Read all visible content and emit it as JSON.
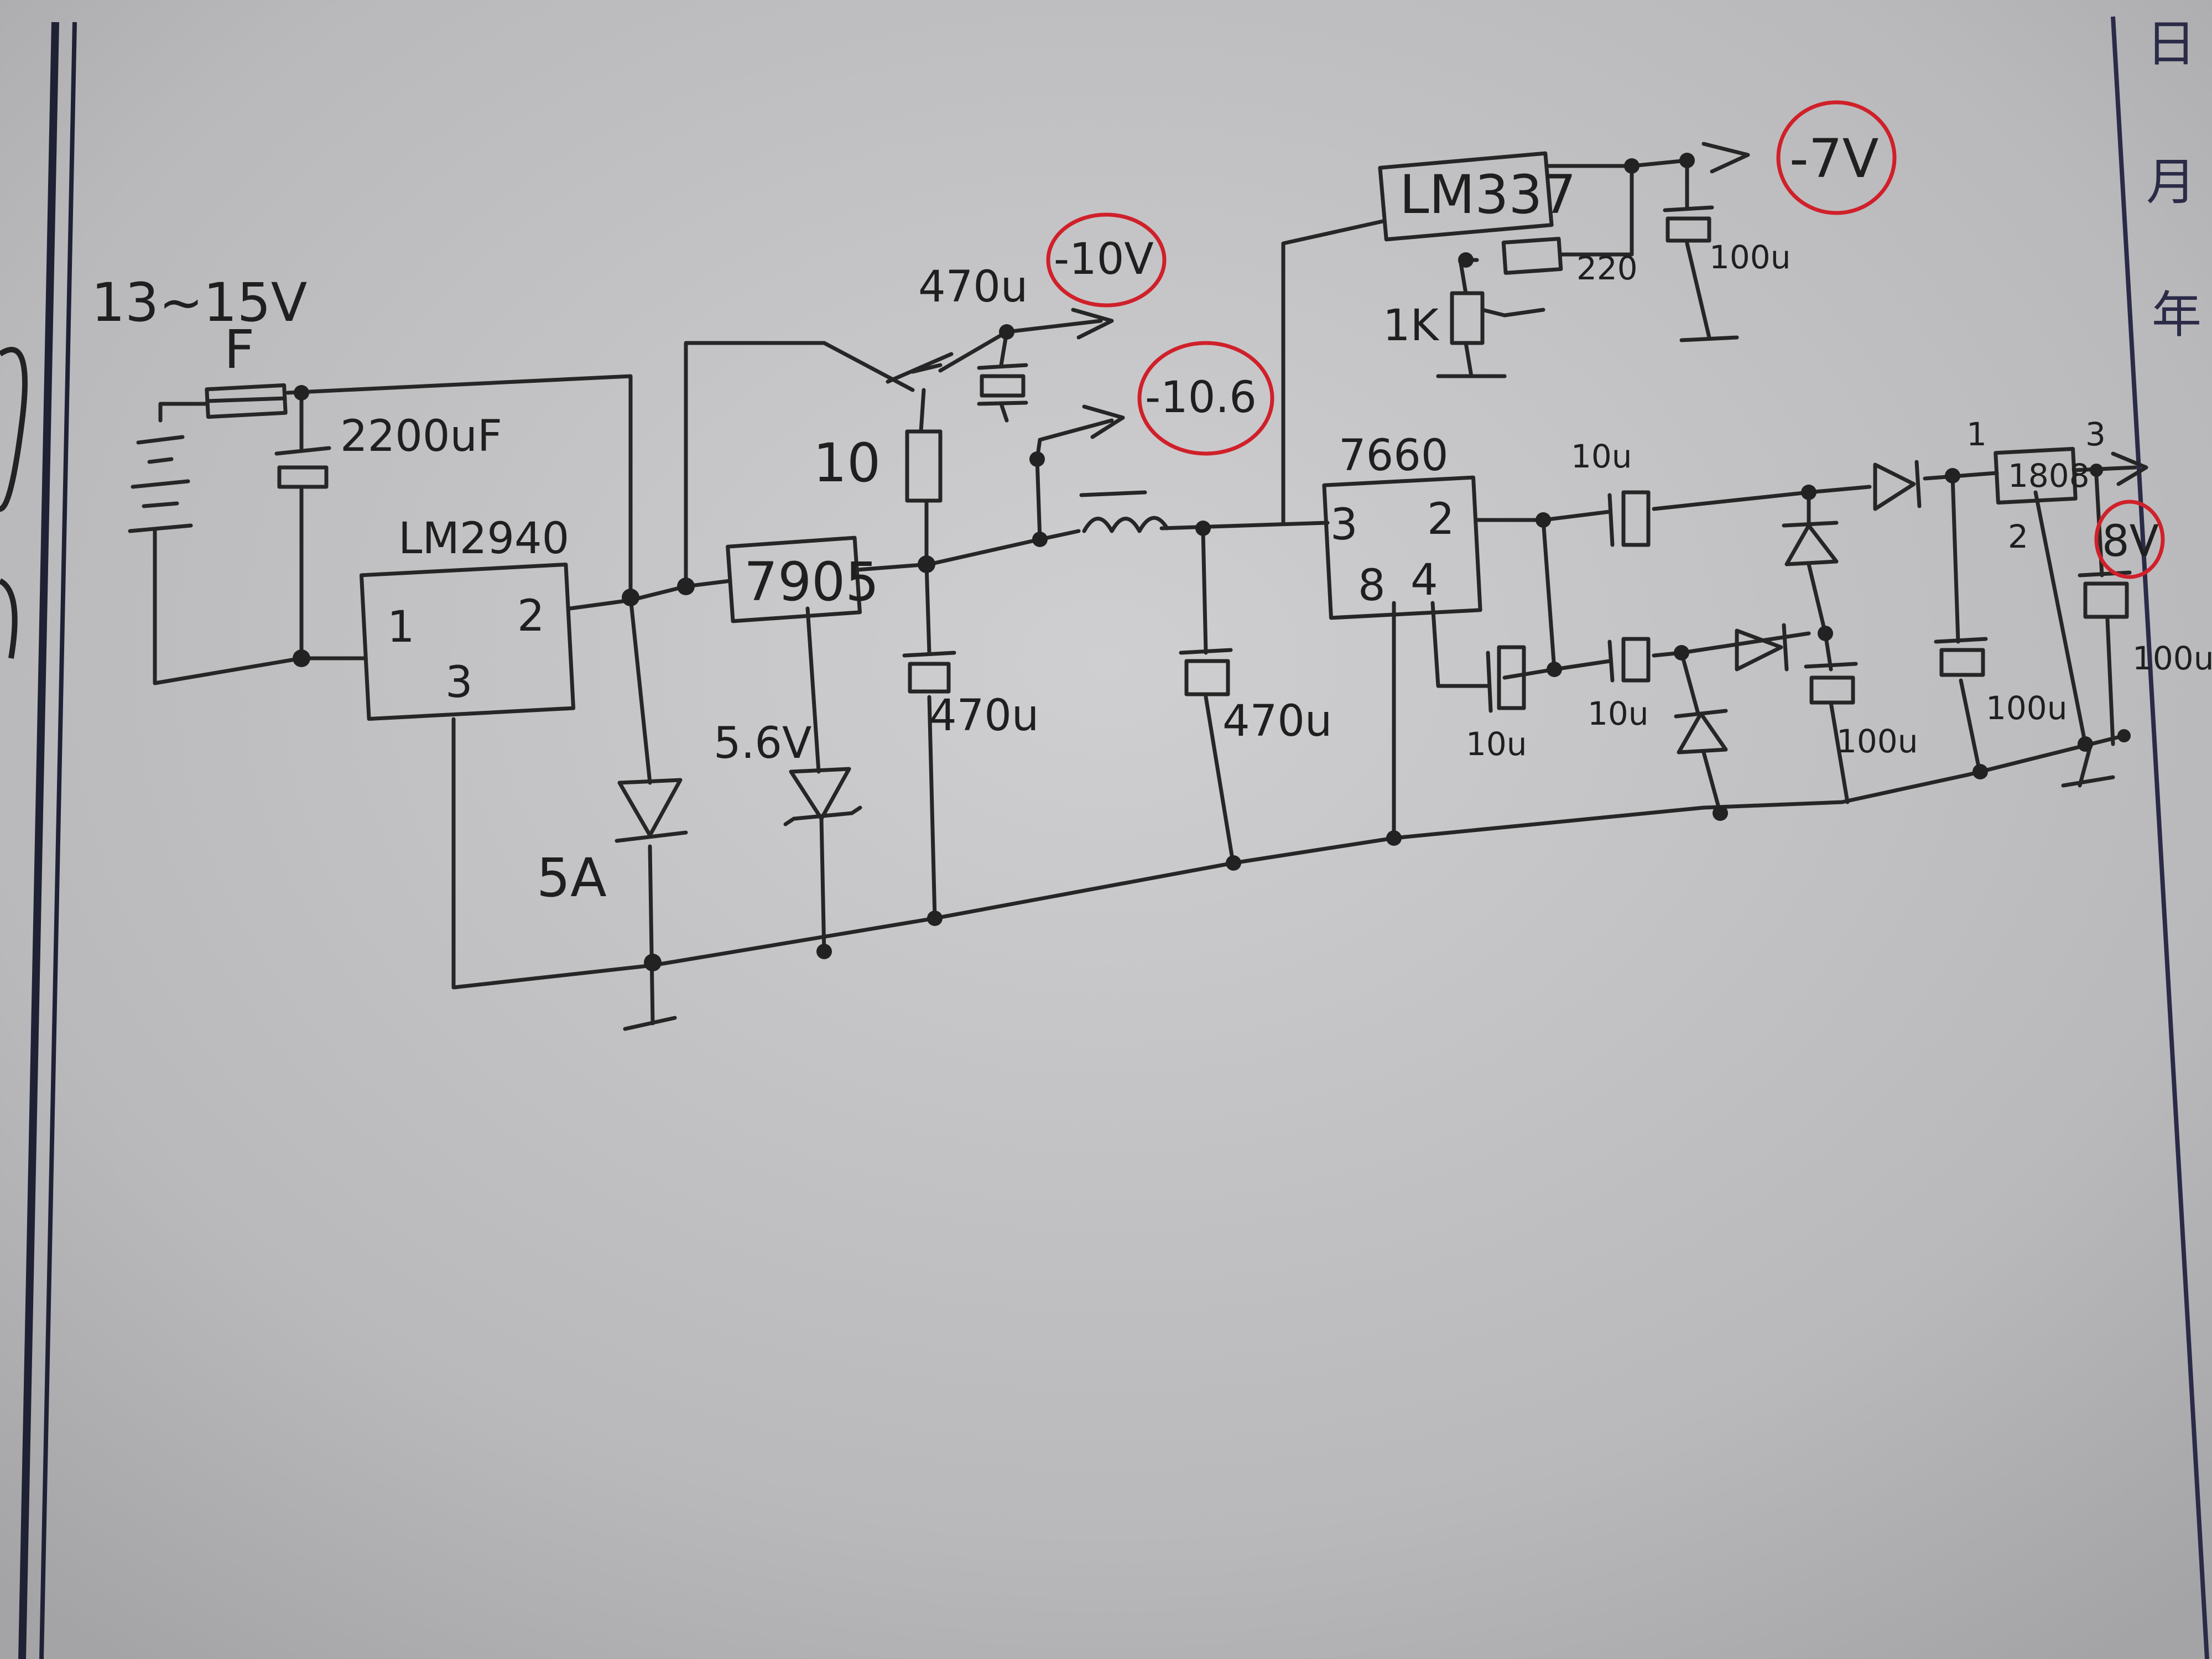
{
  "labels": {
    "input_voltage": "13~15V",
    "fuse": "F",
    "input_cap": "2200uF",
    "lm2940": "LM2940",
    "lm2940_pin1": "1",
    "lm2940_pin2": "2",
    "lm2940_pin3": "3",
    "diode_5a": "5A",
    "reg_7905": "7905",
    "zener": "5.6V",
    "res_10": "10",
    "cap_470u_top": "470u",
    "cap_470u_a": "470u",
    "cap_470u_b": "470u",
    "out_m10": "-10V",
    "out_m106": "-10.6",
    "lm337": "LM337",
    "res_220": "220",
    "pot_1k": "1K",
    "cap_100u_lm337": "100u",
    "out_m7": "-7V",
    "ic_7660": "7660",
    "pin3": "3",
    "pin2": "2",
    "pin8": "8",
    "pin4": "4",
    "cap_10u_a": "10u",
    "cap_10u_b": "10u",
    "cap_10u_c": "10u",
    "cap_100u_a": "100u",
    "cap_100u_b": "100u",
    "cap_100u_c": "100u",
    "reg_1808": "1808",
    "reg_pin1": "1",
    "reg_pin2": "2",
    "reg_pin3": "3",
    "out_8v": "8V"
  },
  "margin": {
    "year": "年",
    "month": "月",
    "day": "日"
  },
  "colors": {
    "paper": "#bdbdbf",
    "ink": "#262626",
    "highlight": "#d0202a"
  }
}
